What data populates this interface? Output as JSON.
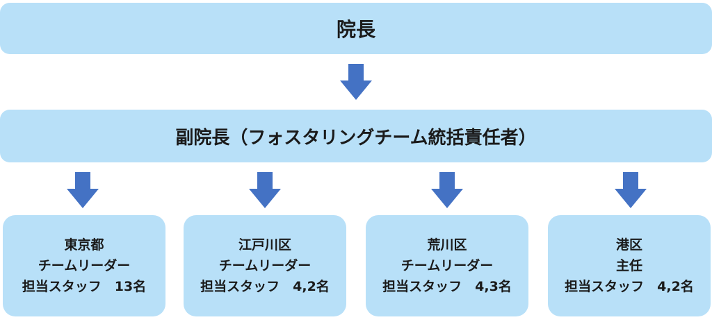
{
  "director": {
    "label": "院長"
  },
  "vice_director": {
    "label": "副院長（フォスタリングチーム統括責任者）"
  },
  "teams": [
    {
      "area": "東京都",
      "role": "チームリーダー",
      "staff": "担当スタッフ　13名"
    },
    {
      "area": "江戸川区",
      "role": "チームリーダー",
      "staff": "担当スタッフ　4,2名"
    },
    {
      "area": "荒川区",
      "role": "チームリーダー",
      "staff": "担当スタッフ　4,3名"
    },
    {
      "area": "港区",
      "role": "主任",
      "staff": "担当スタッフ　4,2名"
    }
  ],
  "colors": {
    "box_fill": "#b8e0f8",
    "arrow_fill": "#4472c4"
  },
  "icons": {
    "arrow": "down-arrow-icon"
  }
}
